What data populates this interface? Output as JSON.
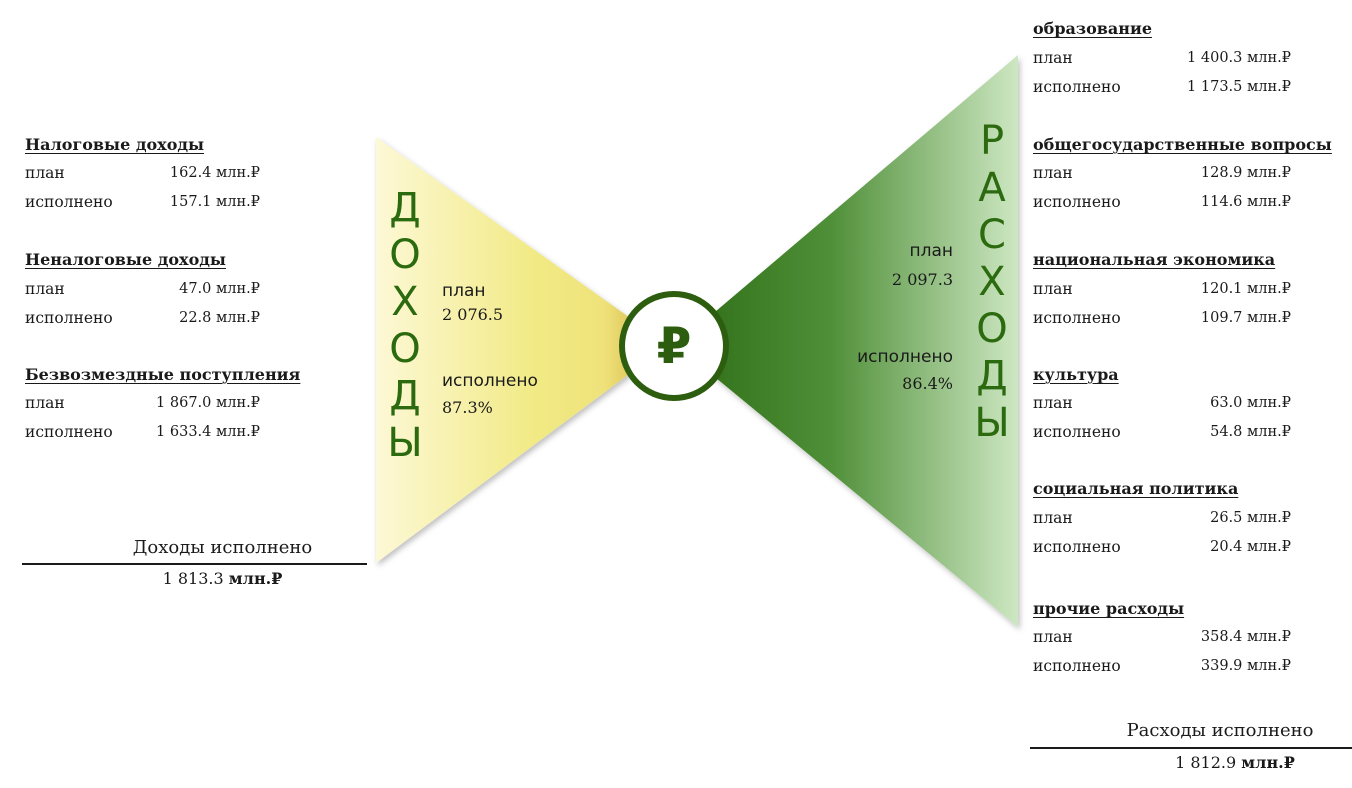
{
  "colors": {
    "income_light": "#fdf8d6",
    "income_mid": "#f1ea84",
    "income_dark": "#c9a93a",
    "expense_dark": "#2c6c14",
    "expense_light": "#cde7c2",
    "accent_green": "#2d5e10",
    "vertical_text_green": "#2b6a0e"
  },
  "center": {
    "symbol": "₽",
    "icon": "ruble-icon"
  },
  "income": {
    "vertical_title": [
      "Д",
      "О",
      "Х",
      "О",
      "Д",
      "Ы"
    ],
    "inner_plan_label": "план",
    "inner_plan_value": "2 076.5",
    "inner_done_label": "исполнено",
    "inner_done_value": "87.3%",
    "sections": [
      {
        "title": "Налоговые доходы",
        "plan_label": "план",
        "plan_value": "162.4 млн.₽",
        "done_label": "исполнено",
        "done_value": "157.1 млн.₽"
      },
      {
        "title": "Неналоговые доходы",
        "plan_label": "план",
        "plan_value": "47.0 млн.₽",
        "done_label": "исполнено",
        "done_value": "22.8 млн.₽"
      },
      {
        "title": "Безвозмездные поступления",
        "plan_label": "план",
        "plan_value": "1 867.0 млн.₽",
        "done_label": "исполнено",
        "done_value": "1 633.4 млн.₽"
      }
    ],
    "total_label": "Доходы исполнено",
    "total_number": "1 813.3",
    "total_unit": "млн.₽"
  },
  "expense": {
    "vertical_title": [
      "Р",
      "А",
      "С",
      "Х",
      "О",
      "Д",
      "Ы"
    ],
    "inner_plan_label": "план",
    "inner_plan_value": "2 097.3",
    "inner_done_label": "исполнено",
    "inner_done_value": "86.4%",
    "sections": [
      {
        "title": "образование",
        "plan_label": "план",
        "plan_value": "1 400.3 млн.₽",
        "done_label": "исполнено",
        "done_value": "1 173.5 млн.₽"
      },
      {
        "title": "общегосударственные вопросы",
        "plan_label": "план",
        "plan_value": "128.9 млн.₽",
        "done_label": "исполнено",
        "done_value": "114.6 млн.₽"
      },
      {
        "title": "национальная экономика",
        "plan_label": "план",
        "plan_value": "120.1 млн.₽",
        "done_label": "исполнено",
        "done_value": "109.7 млн.₽"
      },
      {
        "title": "культура",
        "plan_label": "план",
        "plan_value": "63.0 млн.₽",
        "done_label": "исполнено",
        "done_value": "54.8 млн.₽"
      },
      {
        "title": "социальная политика",
        "plan_label": "план",
        "plan_value": "26.5 млн.₽",
        "done_label": "исполнено",
        "done_value": "20.4 млн.₽"
      },
      {
        "title": "прочие расходы",
        "plan_label": "план",
        "plan_value": "358.4 млн.₽",
        "done_label": "исполнено",
        "done_value": "339.9 млн.₽"
      }
    ],
    "total_label": "Расходы исполнено",
    "total_number": "1 812.9",
    "total_unit": "млн.₽"
  }
}
